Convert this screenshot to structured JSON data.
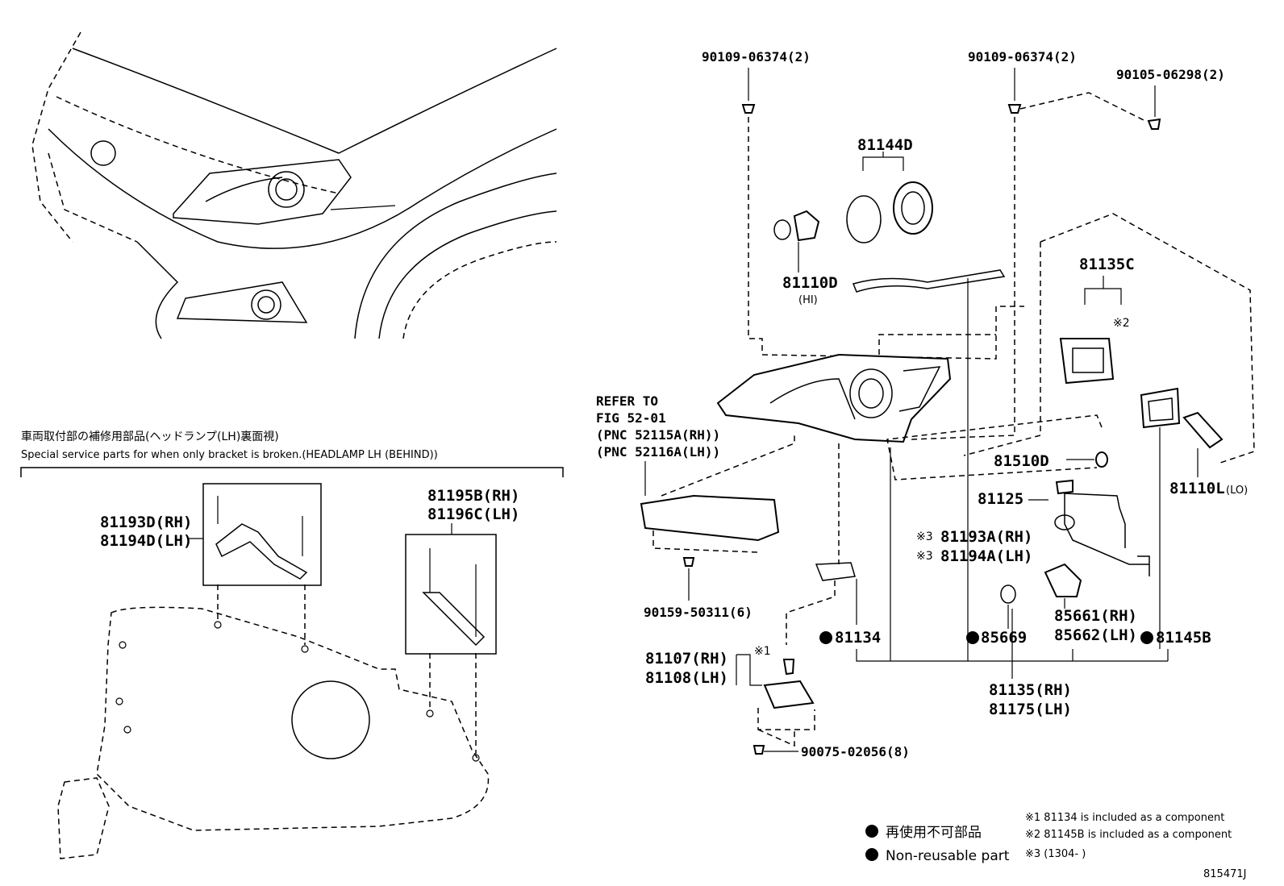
{
  "callouts": {
    "bolt_90109_a": "90109-06374(2)",
    "bolt_90109_b": "90109-06374(2)",
    "screw_90105": "90105-06298(2)",
    "socket_81144d": "81144D",
    "bulb_81110d": "81110D",
    "bulb_81110d_note": "(HI)",
    "unit_81135c": "81135C",
    "unit_81135c_mark": "※2",
    "refer_line1": "REFER TO",
    "refer_line2": "FIG 52-01",
    "refer_line3": "(PNC 52115A(RH))",
    "refer_line4": "(PNC 52116A(LH))",
    "cap_81510d": "81510D",
    "bulb_81110l": "81110L",
    "bulb_81110l_note": "(LO)",
    "socket_81125": "81125",
    "mark_3a": "※3",
    "bracket_81193a": "81193A(RH)",
    "mark_3b": "※3",
    "bracket_81194a": "81194A(LH)",
    "screw_90159": "90159-50311(6)",
    "gasket_81134": "81134",
    "ring_85669": "85669",
    "unit_85661": "85661(RH)",
    "unit_85662": "85662(LH)",
    "cover_81145b": "81145B",
    "computer_81107": "81107(RH)",
    "computer_81108": "81108(LH)",
    "mark_1": "※1",
    "screw_90075": "90075-02056(8)",
    "assy_81135": "81135(RH)",
    "assy_81175": "81175(LH)",
    "repair_81193d": "81193D(RH)",
    "repair_81194d": "81194D(LH)",
    "repair_81195b": "81195B(RH)",
    "repair_81196c": "81196C(LH)"
  },
  "special": {
    "title_jp": "車両取付部の補修用部品(ヘッドランプ(LH)裏面視)",
    "title_en": "Special service parts for when only bracket is broken.(HEADLAMP LH (BEHIND))"
  },
  "legend": {
    "non_reusable_jp": "再使用不可部品",
    "non_reusable_en": "Non-reusable part",
    "note1": "※1  81134 is included as a component",
    "note2": "※2  81145B is included as a component",
    "note3": "※3 (1304-      )",
    "drawing_no": "815471J"
  }
}
